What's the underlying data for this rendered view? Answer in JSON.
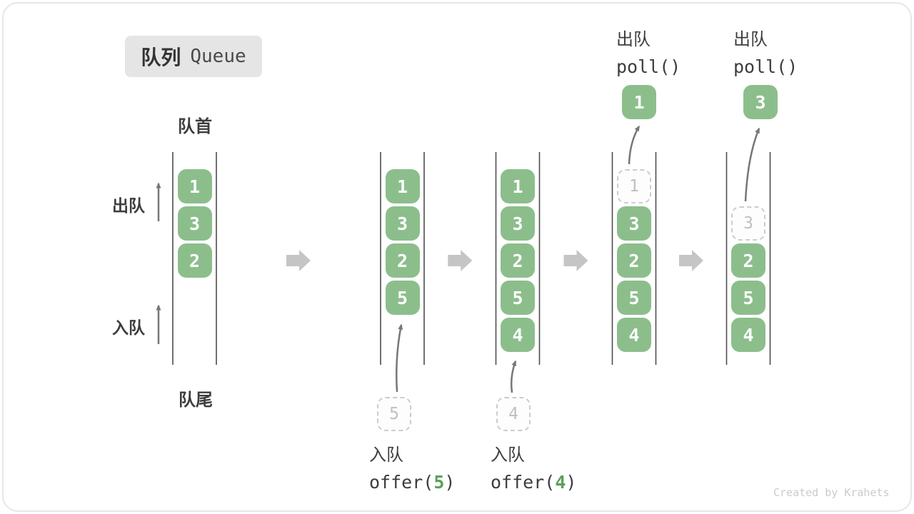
{
  "badge": {
    "zh": "队列",
    "en": "Queue"
  },
  "labels": {
    "front": "队首",
    "rear": "队尾",
    "dequeue": "出队",
    "enqueue": "入队"
  },
  "states": [
    {
      "name": "initial queue",
      "cells": [
        {
          "slot": 0,
          "value": "1",
          "type": "solid"
        },
        {
          "slot": 1,
          "value": "3",
          "type": "solid"
        },
        {
          "slot": 2,
          "value": "2",
          "type": "solid"
        }
      ]
    },
    {
      "name": "after offer(5)",
      "cells": [
        {
          "slot": 0,
          "value": "1",
          "type": "solid"
        },
        {
          "slot": 1,
          "value": "3",
          "type": "solid"
        },
        {
          "slot": 2,
          "value": "2",
          "type": "solid"
        },
        {
          "slot": 3,
          "value": "5",
          "type": "solid"
        }
      ]
    },
    {
      "name": "after offer(4)",
      "cells": [
        {
          "slot": 0,
          "value": "1",
          "type": "solid"
        },
        {
          "slot": 1,
          "value": "3",
          "type": "solid"
        },
        {
          "slot": 2,
          "value": "2",
          "type": "solid"
        },
        {
          "slot": 3,
          "value": "5",
          "type": "solid"
        },
        {
          "slot": 4,
          "value": "4",
          "type": "solid"
        }
      ]
    },
    {
      "name": "after first poll()",
      "cells": [
        {
          "slot": 0,
          "value": "1",
          "type": "dashed"
        },
        {
          "slot": 1,
          "value": "3",
          "type": "solid"
        },
        {
          "slot": 2,
          "value": "2",
          "type": "solid"
        },
        {
          "slot": 3,
          "value": "5",
          "type": "solid"
        },
        {
          "slot": 4,
          "value": "4",
          "type": "solid"
        }
      ]
    },
    {
      "name": "after second poll()",
      "cells": [
        {
          "slot": 1,
          "value": "3",
          "type": "dashed"
        },
        {
          "slot": 2,
          "value": "2",
          "type": "solid"
        },
        {
          "slot": 3,
          "value": "5",
          "type": "solid"
        },
        {
          "slot": 4,
          "value": "4",
          "type": "solid"
        }
      ]
    }
  ],
  "enqueue_ops": [
    {
      "zh": "入队",
      "code_pre": "offer(",
      "arg": "5",
      "code_post": ")",
      "staged_value": "5"
    },
    {
      "zh": "入队",
      "code_pre": "offer(",
      "arg": "4",
      "code_post": ")",
      "staged_value": "4"
    }
  ],
  "poll_ops": [
    {
      "zh": "出队",
      "code": "poll()",
      "value": "1"
    },
    {
      "zh": "出队",
      "code": "poll()",
      "value": "3"
    }
  ],
  "watermark": "Created by Krahets",
  "colors": {
    "cell_green": "#8cbe8c",
    "cell_text": "#ffffff",
    "code_arg_green": "#5ba05b",
    "block_arrow_gray": "#c5c5c5",
    "thin_arrow_gray": "#777777",
    "container_line": "#4d4d4d",
    "text_dark": "#3d3d3d",
    "dashed_border": "#cccccc",
    "dashed_text": "#bfbfbf",
    "badge_bg": "#e5e5e5",
    "watermark_gray": "#cbcbcb"
  }
}
